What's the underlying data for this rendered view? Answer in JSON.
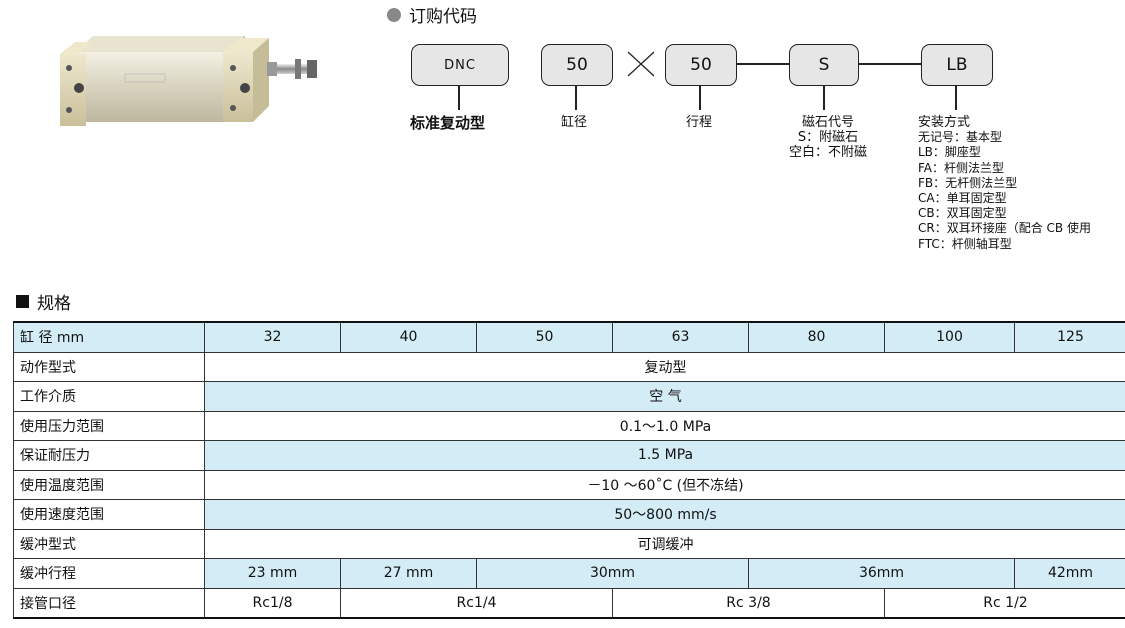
{
  "order_code": {
    "section_title": "订购代码",
    "boxes": {
      "series": "DNC",
      "bore": "50",
      "stroke": "50",
      "magnet": "S",
      "mount": "LB"
    },
    "labels": {
      "series": "标准复动型",
      "bore": "缸径",
      "stroke": "行程",
      "magnet_title": "磁石代号",
      "magnet_s": "S：附磁石",
      "magnet_blank": "空白：不附磁",
      "mount_title": "安装方式"
    },
    "mount_options": [
      "无记号：基本型",
      "LB：脚座型",
      "FA：杆侧法兰型",
      "FB：无杆侧法兰型",
      "CA：单耳固定型",
      "CB：双耳固定型",
      "CR：双耳环接座（配合 CB 使用",
      "FTC：杆侧轴耳型"
    ]
  },
  "spec": {
    "section_title": "规格",
    "header_label": "缸 径 mm",
    "bores": [
      "32",
      "40",
      "50",
      "63",
      "80",
      "100",
      "125"
    ],
    "rows": {
      "action": {
        "label": "动作型式",
        "value": "复动型"
      },
      "medium": {
        "label": "工作介质",
        "value": "空 气"
      },
      "pressure": {
        "label": "使用压力范围",
        "value": "0.1～1.0 MPa"
      },
      "proof": {
        "label": "保证耐压力",
        "value": "1.5 MPa"
      },
      "temp": {
        "label": "使用温度范围",
        "value": "－10 ～60˚C (但不冻结)"
      },
      "speed": {
        "label": "使用速度范围",
        "value": "50～800 mm/s"
      },
      "cushion": {
        "label": "缓冲型式",
        "value": "可调缓冲"
      },
      "cushion_stroke": {
        "label": "缓冲行程",
        "values": [
          "23 mm",
          "27 mm",
          "30mm",
          "36mm",
          "42mm"
        ]
      },
      "port": {
        "label": "接管口径",
        "values": [
          "Rc1/8",
          "Rc1/4",
          "Rc 3/8",
          "Rc 1/2"
        ]
      }
    }
  },
  "colors": {
    "accent_row": "#d4ecf5",
    "box_fill": "#e6e6e6"
  },
  "icons": [
    "bullet-circle-icon",
    "square-bullet-icon"
  ]
}
